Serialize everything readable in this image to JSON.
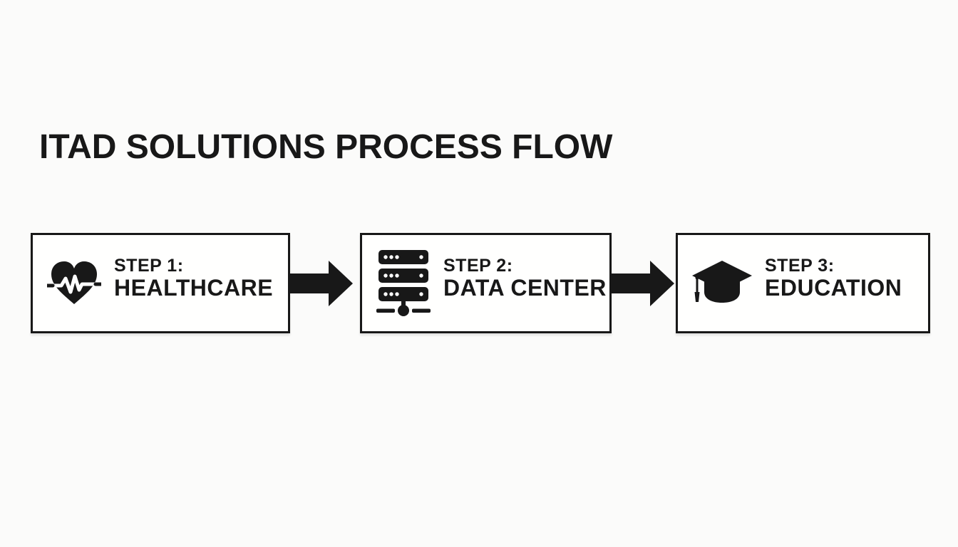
{
  "title": "ITAD SOLUTIONS PROCESS FLOW",
  "steps": [
    {
      "step_label": "STEP 1:",
      "name": "HEALTHCARE",
      "icon": "heart-pulse-icon"
    },
    {
      "step_label": "STEP 2:",
      "name": "DATA CENTER",
      "icon": "server-rack-icon"
    },
    {
      "step_label": "STEP 3:",
      "name": "EDUCATION",
      "icon": "graduation-cap-icon"
    }
  ],
  "connectors": [
    {
      "type": "arrow-right"
    },
    {
      "type": "arrow-right"
    }
  ],
  "colors": {
    "ink": "#181818",
    "background": "#fbfbfa",
    "box_fill": "#fffffe",
    "box_border": "#181818"
  }
}
